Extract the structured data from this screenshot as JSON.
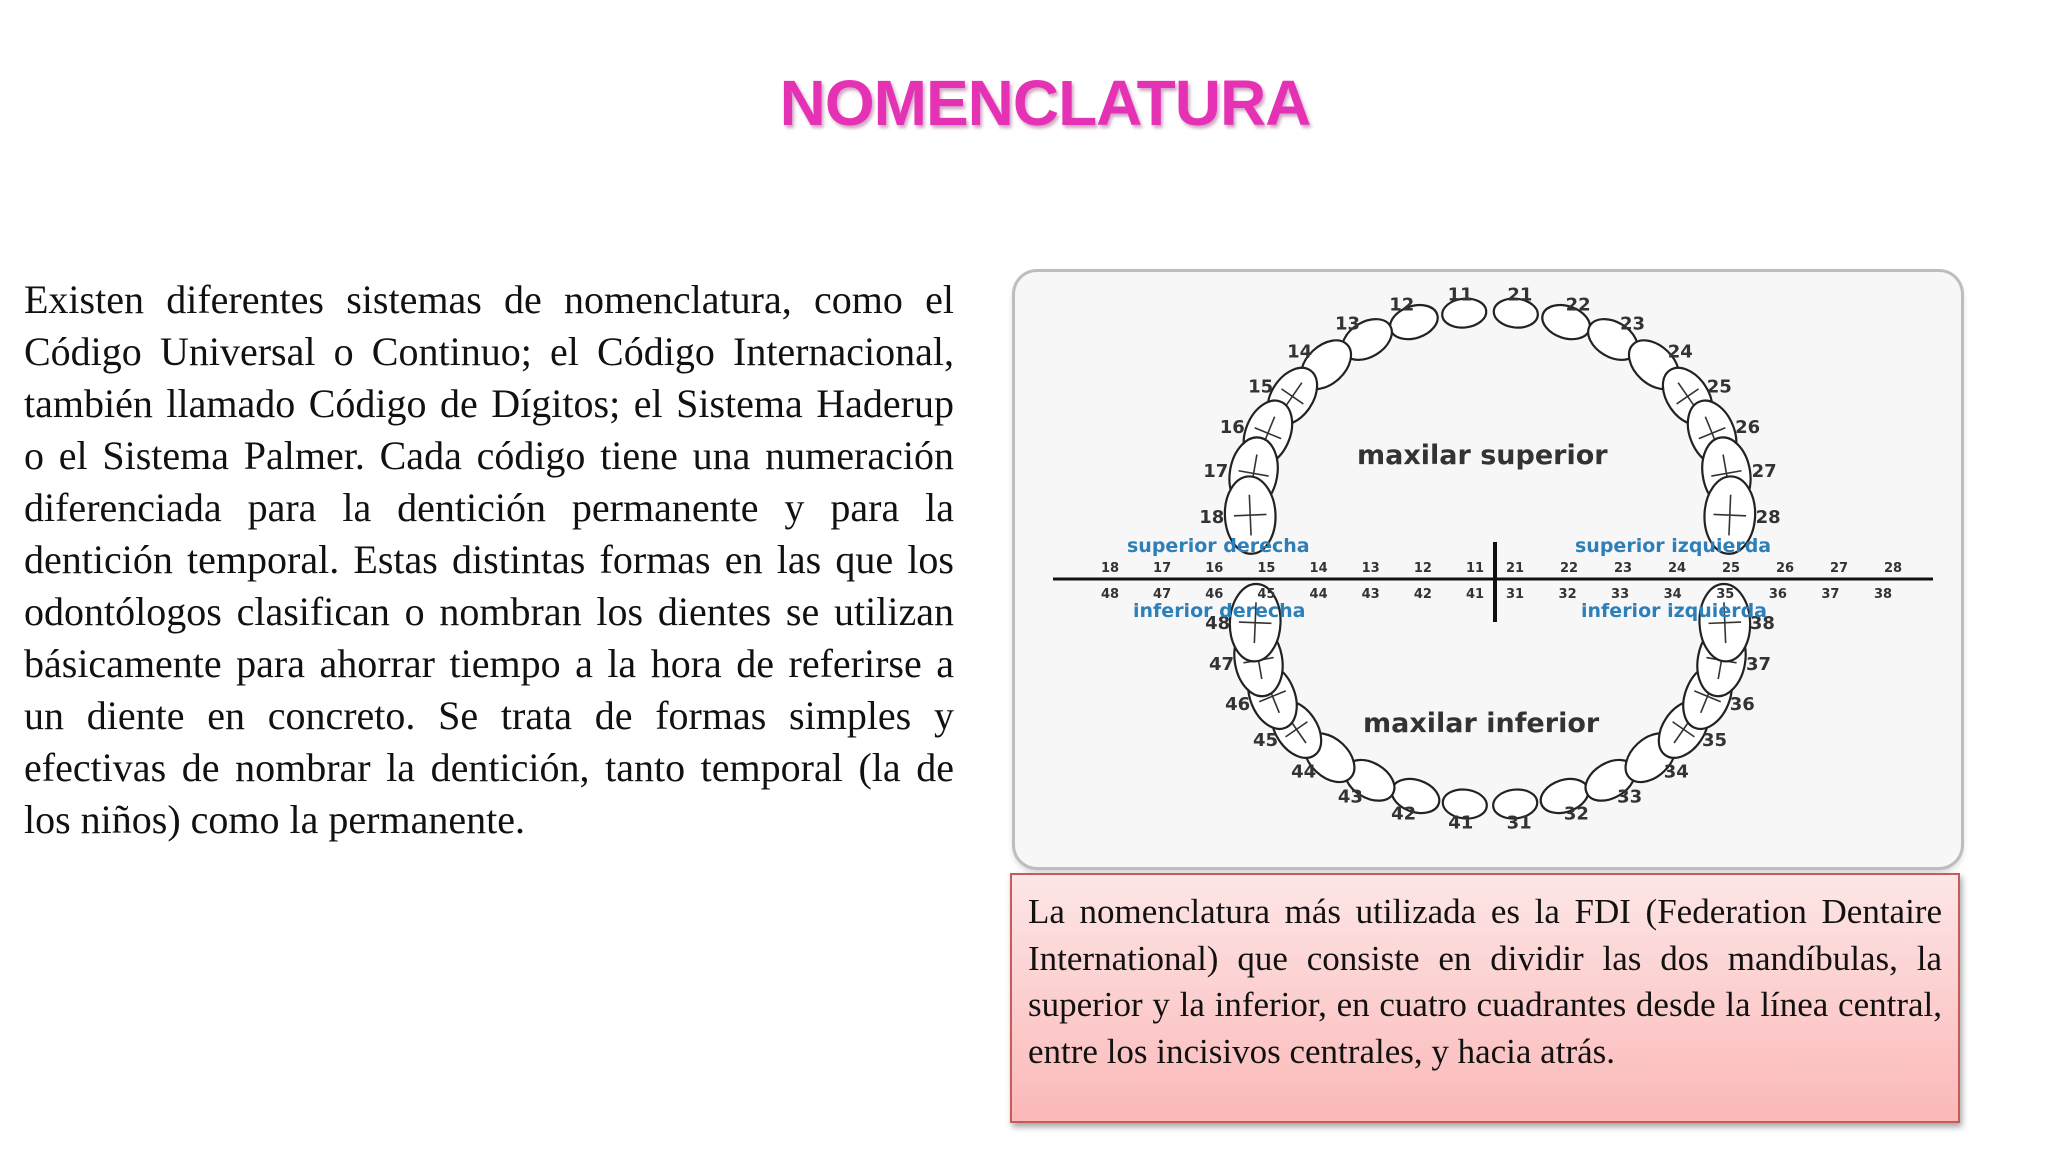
{
  "title": "NOMENCLATURA",
  "body_text": "Existen diferentes sistemas de nomenclatura, como el Código Universal o Continuo; el Código Internacional, también llamado Código de Dígitos; el Sistema Haderup o el Sistema Palmer. Cada código tiene una numeración diferenciada para la dentición permanente y para la dentición temporal. Estas distintas formas en las que los odontólogos clasifican o nombran los dientes se utilizan básicamente para ahorrar tiempo a la hora de referirse a un diente en concreto. Se trata de formas simples y efectivas de nombrar la dentición, tanto temporal (la de los niños) como la permanente.",
  "caption": "La nomenclatura más utilizada es la FDI (Federation Dentaire International) que consiste en dividir las dos mandíbulas, la superior y la inferior, en cuatro cuadrantes desde la línea central, entre los incisivos centrales, y hacia atrás.",
  "diagram": {
    "upper_jaw_label": "maxilar superior",
    "lower_jaw_label": "maxilar inferior",
    "quadrants": {
      "upper_right": "superior derecha",
      "upper_left": "superior izquierda",
      "lower_right": "inferior derecha",
      "lower_left": "inferior izquierda"
    },
    "upper_right_teeth": [
      "11",
      "12",
      "13",
      "14",
      "15",
      "16",
      "17",
      "18"
    ],
    "upper_left_teeth": [
      "21",
      "22",
      "23",
      "24",
      "25",
      "26",
      "27",
      "28"
    ],
    "lower_left_teeth": [
      "31",
      "32",
      "33",
      "34",
      "35",
      "36",
      "37",
      "38"
    ],
    "lower_right_teeth": [
      "41",
      "42",
      "43",
      "44",
      "45",
      "46",
      "47",
      "48"
    ],
    "row_upper_right": [
      "18",
      "17",
      "16",
      "15",
      "14",
      "13",
      "12",
      "11"
    ],
    "row_upper_left": [
      "21",
      "22",
      "23",
      "24",
      "25",
      "26",
      "27",
      "28"
    ],
    "row_lower_right": [
      "48",
      "47",
      "46",
      "45",
      "44",
      "43",
      "42",
      "41"
    ],
    "row_lower_left": [
      "31",
      "32",
      "33",
      "34",
      "35",
      "36",
      "37",
      "38"
    ],
    "quadrant_color": "#2e7fb8"
  }
}
